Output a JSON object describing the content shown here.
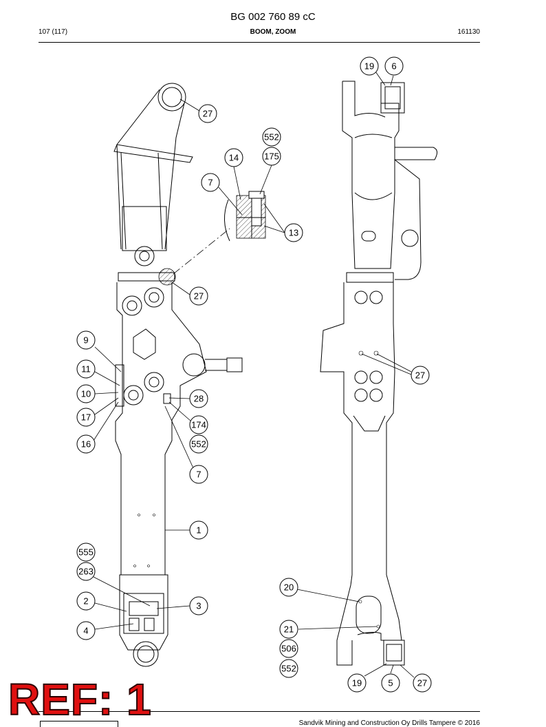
{
  "header": {
    "doc_number": "BG 002 760 89 cC",
    "page": "107 (117)",
    "section": "BOOM, ZOOM",
    "date_code": "161130"
  },
  "footer": {
    "copyright": "Sandvik Mining and Construction Oy Drills Tampere © 2016"
  },
  "stamp": {
    "text": "REF: 1",
    "color": "#e01010"
  },
  "callouts": {
    "c27_top": "27",
    "c552_a": "552",
    "c175": "175",
    "c14": "14",
    "c7_a": "7",
    "c13": "13",
    "c27_b": "27",
    "c9": "9",
    "c11": "11",
    "c10": "10",
    "c17": "17",
    "c16": "16",
    "c28": "28",
    "c174": "174",
    "c552_b": "552",
    "c7_b": "7",
    "c1": "1",
    "c555": "555",
    "c263": "263",
    "c2": "2",
    "c3": "3",
    "c4": "4",
    "c19_top": "19",
    "c6": "6",
    "c27_r": "27",
    "c20": "20",
    "c21": "21",
    "c506": "506",
    "c552_c": "552",
    "c19_bot": "19",
    "c5": "5",
    "c27_bot": "27"
  }
}
